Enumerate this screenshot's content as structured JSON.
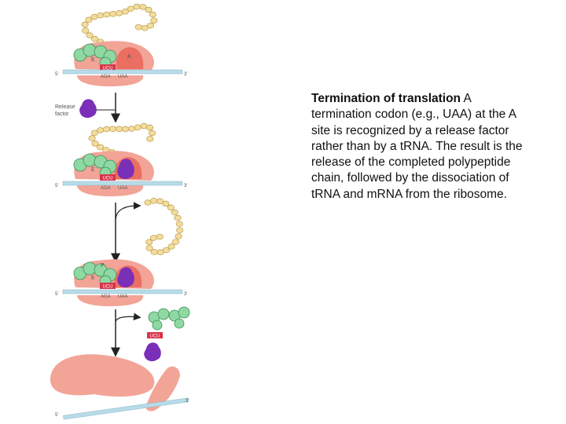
{
  "caption": {
    "title": "Termination of translation",
    "body": " A termination codon (e.g., UAA) at the A site is recognized by a release factor rather than by a tRNA. The result is the release of the completed polypeptide chain, followed by the dissociation of tRNA and mRNA from the ribosome."
  },
  "diagram": {
    "site_e": "E",
    "site_p": "P",
    "site_a": "A",
    "anticodon": "UCU",
    "codon_p": "AGA",
    "codon_a": "UAA",
    "five_prime": "5'",
    "three_prime": "3'",
    "release_factor_line1": "Release",
    "release_factor_line2": "factor"
  },
  "colors": {
    "ribosome": "#f2a497",
    "ribosome_dark": "#e85c50",
    "mrna": "#b8dbe8",
    "trna": "#8fd8a4",
    "release_factor": "#7a2fb8",
    "anticodon_box": "#d8334a",
    "polypeptide": "#f3dc9c"
  }
}
